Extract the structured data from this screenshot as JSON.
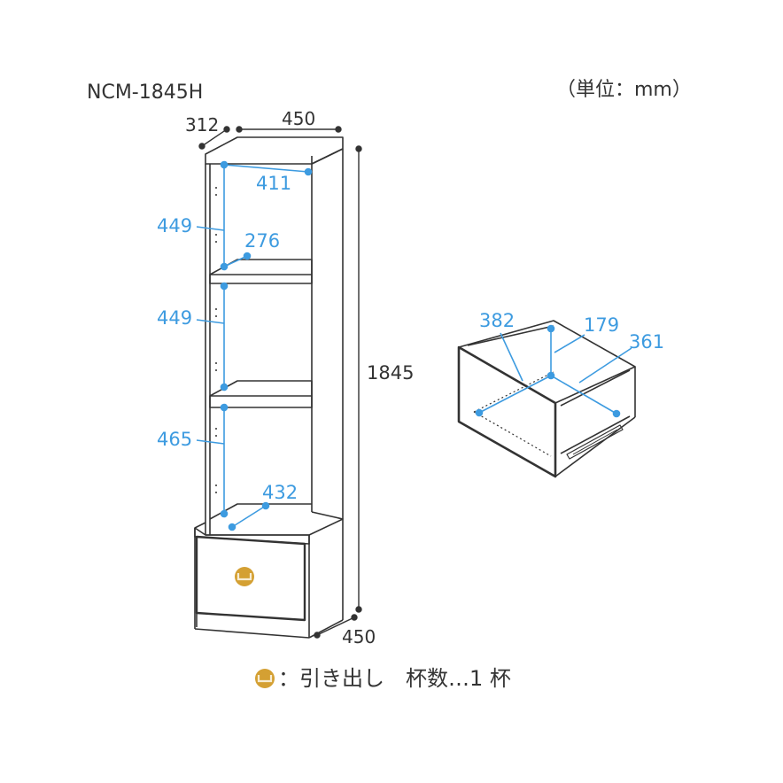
{
  "model": "NCM-1845H",
  "unit_note": "（単位：mm）",
  "outer": {
    "depth": "312",
    "width_top": "450",
    "height": "1845",
    "width_bottom": "450"
  },
  "inner": {
    "width": "411",
    "shelf_depth": "276",
    "bay1_height": "449",
    "bay2_height": "449",
    "bay3_height": "465",
    "bottom_depth": "432"
  },
  "drawer": {
    "width": "382",
    "height": "179",
    "depth": "361"
  },
  "legend": {
    "icon": "drawer-handle-icon",
    "text": "：引き出し　杯数…1 杯"
  },
  "colors": {
    "outline": "#333333",
    "dimension": "#3d9be0",
    "handle": "#d4a033",
    "handle_grip": "#f7ecd2"
  }
}
